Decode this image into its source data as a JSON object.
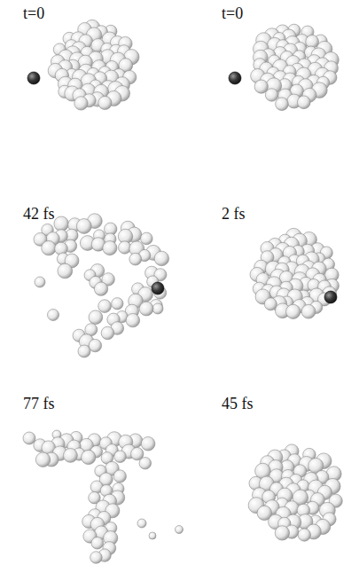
{
  "diagram": {
    "labels": [
      "t=0",
      "t=0",
      "42 fs",
      "2 fs",
      "77 fs",
      "45 fs"
    ]
  }
}
